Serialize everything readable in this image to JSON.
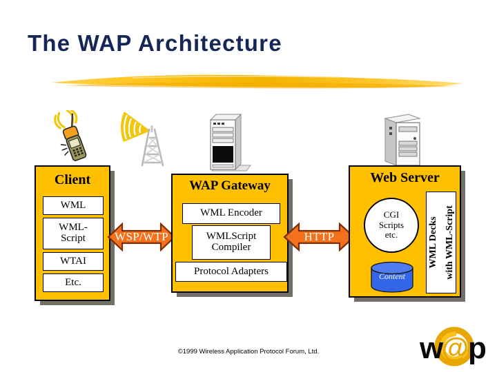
{
  "slide": {
    "title": "The WAP Architecture",
    "title_color": "#152756",
    "accent_gold": "#FFC000",
    "accent_orange": "#F4711B",
    "copyright": "©1999 Wireless Application Protocol Forum, Ltd."
  },
  "client": {
    "title": "Client",
    "icon": "mobile-phone-icon",
    "layers": [
      {
        "label": "WML"
      },
      {
        "label": "WML-\nScript"
      },
      {
        "label": "WTAI"
      },
      {
        "label": "Etc."
      }
    ]
  },
  "gateway": {
    "title": "WAP Gateway",
    "icon": "server-tower-icon",
    "components": [
      {
        "label": "WML Encoder"
      },
      {
        "label": "WMLScript\nCompiler"
      },
      {
        "label": "Protocol Adapters"
      }
    ]
  },
  "server": {
    "title": "Web Server",
    "icon": "server-tower-icon",
    "cgi": {
      "line1": "CGI",
      "line2": "Scripts",
      "line3": "etc."
    },
    "content_store": {
      "label": "Content",
      "color": "#3366E6"
    },
    "decks": {
      "line1": "WML Decks",
      "line2": "with WML-Script"
    }
  },
  "links": [
    {
      "id": "wsp-wtp",
      "label": "WSP/WTP"
    },
    {
      "id": "http",
      "label": "HTTP"
    }
  ],
  "icons": {
    "phone": "mobile-phone-icon",
    "tower": "radio-tower-icon",
    "gateway_server": "server-tower-icon",
    "web_server": "server-tower-icon",
    "logo": "wap-logo"
  },
  "logo": {
    "letter_left": "w",
    "letter_at": "@",
    "letter_right": "p"
  }
}
